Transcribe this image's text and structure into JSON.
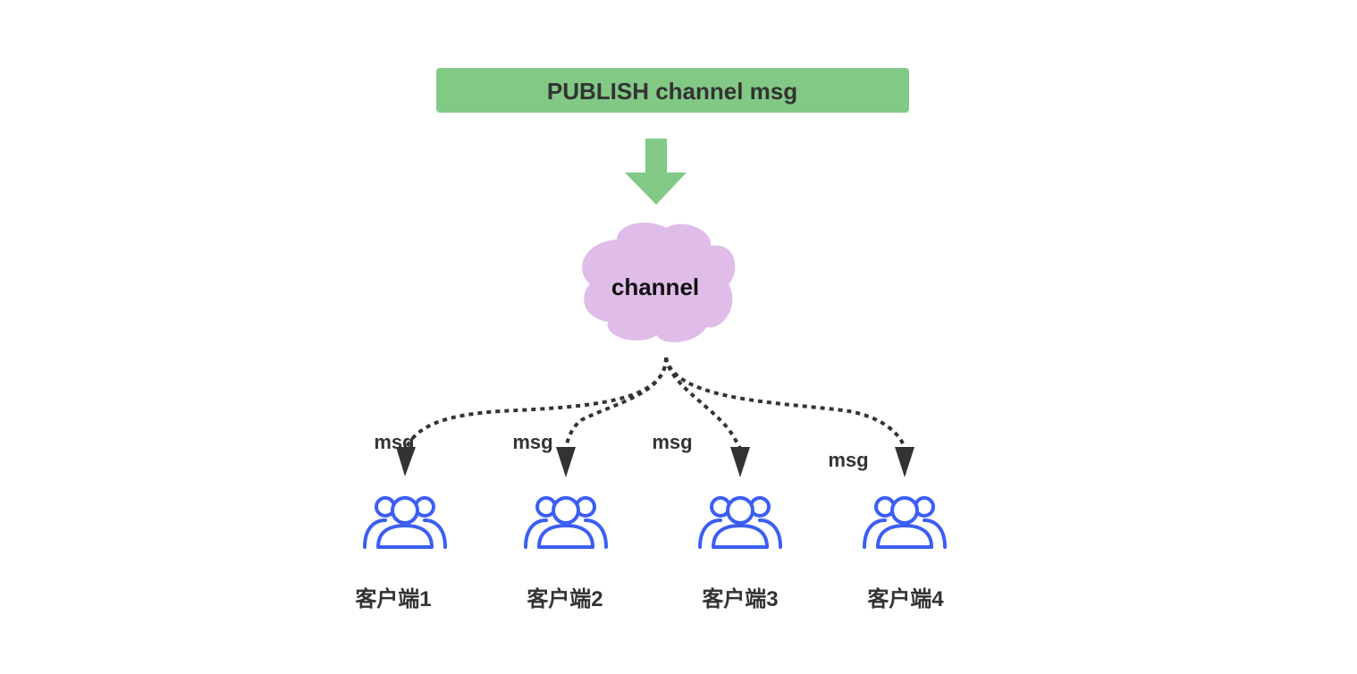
{
  "command": {
    "label": "PUBLISH channel msg"
  },
  "channel": {
    "label": "channel"
  },
  "messages": [
    {
      "label": "msg"
    },
    {
      "label": "msg"
    },
    {
      "label": "msg"
    },
    {
      "label": "msg"
    }
  ],
  "clients": [
    {
      "label": "客户端1",
      "icon": "user-group-icon"
    },
    {
      "label": "客户端2",
      "icon": "user-group-icon"
    },
    {
      "label": "客户端3",
      "icon": "user-group-icon"
    },
    {
      "label": "客户端4",
      "icon": "user-group-icon"
    }
  ],
  "colors": {
    "command_fill": "#82c985",
    "arrow_fill": "#82c985",
    "cloud_fill": "#e0bde9",
    "connector": "#333333",
    "client_icon": "#3c5ef2",
    "text": "#333333"
  }
}
